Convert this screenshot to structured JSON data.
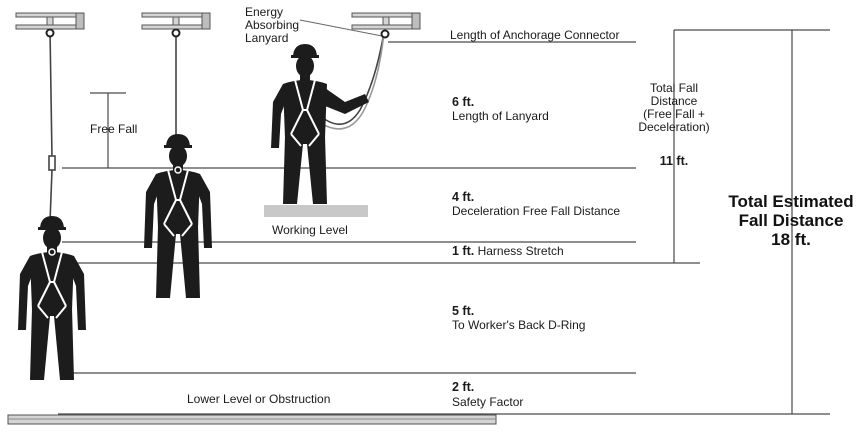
{
  "labels": {
    "energy_lanyard": [
      "Energy",
      "Absorbing",
      "Lanyard"
    ],
    "anchorage_connector": "Length of Anchorage Connector",
    "lanyard_value": "6 ft.",
    "lanyard_text": "Length of Lanyard",
    "free_fall": "Free Fall",
    "total_fall": [
      "Total Fall",
      "Distance",
      "(Free Fall +",
      "Deceleration)"
    ],
    "total_fall_value": "11 ft.",
    "decel_value": "4 ft.",
    "decel_text": "Deceleration Free Fall Distance",
    "working_level": "Working Level",
    "harness_value": "1 ft.",
    "harness_text": "Harness Stretch",
    "dring_value": "5 ft.",
    "dring_text": "To Worker's Back D-Ring",
    "safety_value": "2 ft.",
    "safety_text": "Safety Factor",
    "lower_level": "Lower Level or Obstruction",
    "total_estimated": [
      "Total Estimated",
      "Fall Distance",
      "18 ft."
    ]
  },
  "colors": {
    "figure": "#1c1c1c",
    "harness": "#ffffff",
    "line": "#4a4a4a",
    "platform": "#c8c8c8",
    "beam": "#d4d4d4"
  }
}
